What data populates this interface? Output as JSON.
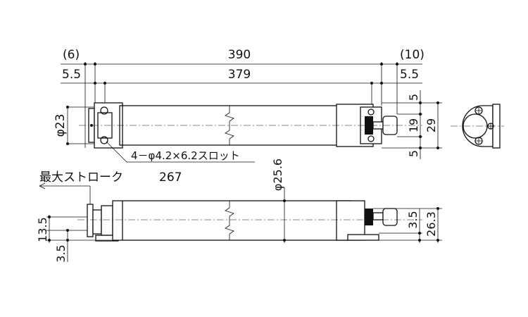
{
  "top_view": {
    "overall_length": "390",
    "left_extra": "(6)",
    "right_extra": "(10)",
    "body_length": "379",
    "left_offset": "5.5",
    "right_offset": "5.5",
    "outer_diameter": "φ23",
    "height_top": "5",
    "height_inner": "19",
    "height_total": "29",
    "height_bottom": "5",
    "slot_note": "4－φ4.2×6.2スロット"
  },
  "side_view": {
    "stroke_label": "最大ストローク",
    "stroke_value": "267",
    "tube_diameter": "φ25.6",
    "left_height": "13.5",
    "left_base": "3.5",
    "right_base": "3.5",
    "right_height": "26.3"
  }
}
